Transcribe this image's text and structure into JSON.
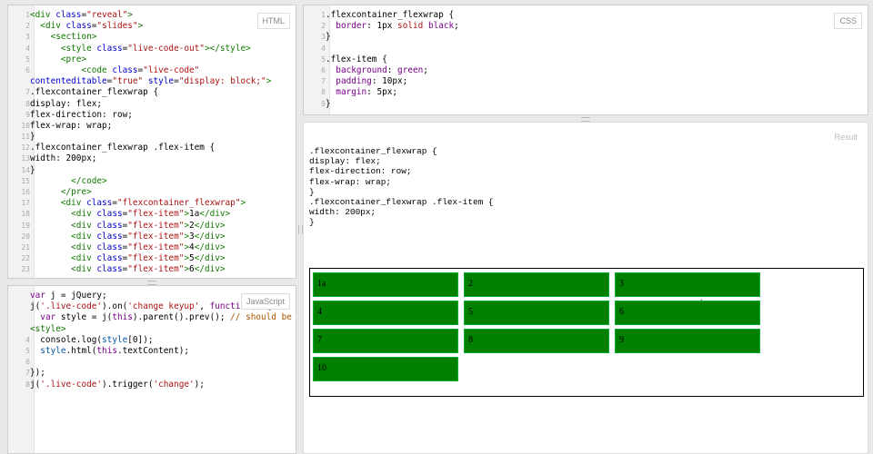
{
  "html_panel": {
    "label": "HTML",
    "lines": [
      {
        "n": "1",
        "parts": [
          [
            "tag",
            "<div "
          ],
          [
            "attr",
            "class"
          ],
          [
            "",
            "="
          ],
          [
            "str",
            "\"reveal\""
          ],
          [
            "tag",
            ">"
          ]
        ]
      },
      {
        "n": "2",
        "parts": [
          [
            "",
            "  "
          ],
          [
            "tag",
            "<div "
          ],
          [
            "attr",
            "class"
          ],
          [
            "",
            "="
          ],
          [
            "str",
            "\"slides\""
          ],
          [
            "tag",
            ">"
          ]
        ]
      },
      {
        "n": "3",
        "parts": [
          [
            "",
            "    "
          ],
          [
            "tag",
            "<section>"
          ]
        ]
      },
      {
        "n": "4",
        "parts": [
          [
            "",
            "      "
          ],
          [
            "tag",
            "<style "
          ],
          [
            "attr",
            "class"
          ],
          [
            "",
            "="
          ],
          [
            "str",
            "\"live-code-out\""
          ],
          [
            "tag",
            "></style>"
          ]
        ]
      },
      {
        "n": "5",
        "parts": [
          [
            "",
            "      "
          ],
          [
            "tag",
            "<pre>"
          ]
        ]
      },
      {
        "n": "6",
        "parts": [
          [
            "",
            "          "
          ],
          [
            "tag",
            "<code "
          ],
          [
            "attr",
            "class"
          ],
          [
            "",
            "="
          ],
          [
            "str",
            "\"live-code\""
          ]
        ]
      },
      {
        "n": "",
        "parts": [
          [
            "attr",
            "contenteditable"
          ],
          [
            "",
            "="
          ],
          [
            "str",
            "\"true\""
          ],
          [
            "",
            " "
          ],
          [
            "attr",
            "style"
          ],
          [
            "",
            "="
          ],
          [
            "str",
            "\"display: block;\""
          ],
          [
            "tag",
            ">"
          ]
        ]
      },
      {
        "n": "7",
        "parts": [
          [
            "",
            ".flexcontainer_flexwrap {"
          ]
        ]
      },
      {
        "n": "8",
        "parts": [
          [
            "",
            "display: flex;"
          ]
        ]
      },
      {
        "n": "9",
        "parts": [
          [
            "",
            "flex-direction: row;"
          ]
        ]
      },
      {
        "n": "10",
        "parts": [
          [
            "",
            "flex-wrap: wrap;"
          ]
        ]
      },
      {
        "n": "11",
        "parts": [
          [
            "",
            "}"
          ]
        ]
      },
      {
        "n": "12",
        "parts": [
          [
            "",
            ".flexcontainer_flexwrap .flex-item {"
          ]
        ]
      },
      {
        "n": "13",
        "parts": [
          [
            "",
            "width: 200px;"
          ]
        ]
      },
      {
        "n": "14",
        "parts": [
          [
            "",
            "}"
          ]
        ]
      },
      {
        "n": "15",
        "parts": [
          [
            "",
            "        "
          ],
          [
            "tag",
            "</code>"
          ]
        ]
      },
      {
        "n": "16",
        "parts": [
          [
            "",
            "      "
          ],
          [
            "tag",
            "</pre>"
          ]
        ]
      },
      {
        "n": "17",
        "parts": [
          [
            "",
            "      "
          ],
          [
            "tag",
            "<div "
          ],
          [
            "attr",
            "class"
          ],
          [
            "",
            "="
          ],
          [
            "str",
            "\"flexcontainer_flexwrap\""
          ],
          [
            "tag",
            ">"
          ]
        ]
      },
      {
        "n": "18",
        "parts": [
          [
            "",
            "        "
          ],
          [
            "tag",
            "<div "
          ],
          [
            "attr",
            "class"
          ],
          [
            "",
            "="
          ],
          [
            "str",
            "\"flex-item\""
          ],
          [
            "tag",
            ">"
          ],
          [
            "",
            "1a"
          ],
          [
            "tag",
            "</div>"
          ]
        ]
      },
      {
        "n": "19",
        "parts": [
          [
            "",
            "        "
          ],
          [
            "tag",
            "<div "
          ],
          [
            "attr",
            "class"
          ],
          [
            "",
            "="
          ],
          [
            "str",
            "\"flex-item\""
          ],
          [
            "tag",
            ">"
          ],
          [
            "",
            "2"
          ],
          [
            "tag",
            "</div>"
          ]
        ]
      },
      {
        "n": "20",
        "parts": [
          [
            "",
            "        "
          ],
          [
            "tag",
            "<div "
          ],
          [
            "attr",
            "class"
          ],
          [
            "",
            "="
          ],
          [
            "str",
            "\"flex-item\""
          ],
          [
            "tag",
            ">"
          ],
          [
            "",
            "3"
          ],
          [
            "tag",
            "</div>"
          ]
        ]
      },
      {
        "n": "21",
        "parts": [
          [
            "",
            "        "
          ],
          [
            "tag",
            "<div "
          ],
          [
            "attr",
            "class"
          ],
          [
            "",
            "="
          ],
          [
            "str",
            "\"flex-item\""
          ],
          [
            "tag",
            ">"
          ],
          [
            "",
            "4"
          ],
          [
            "tag",
            "</div>"
          ]
        ]
      },
      {
        "n": "22",
        "parts": [
          [
            "",
            "        "
          ],
          [
            "tag",
            "<div "
          ],
          [
            "attr",
            "class"
          ],
          [
            "",
            "="
          ],
          [
            "str",
            "\"flex-item\""
          ],
          [
            "tag",
            ">"
          ],
          [
            "",
            "5"
          ],
          [
            "tag",
            "</div>"
          ]
        ]
      },
      {
        "n": "23",
        "parts": [
          [
            "",
            "        "
          ],
          [
            "tag",
            "<div "
          ],
          [
            "attr",
            "class"
          ],
          [
            "",
            "="
          ],
          [
            "str",
            "\"flex-item\""
          ],
          [
            "tag",
            ">"
          ],
          [
            "",
            "6"
          ],
          [
            "tag",
            "</div>"
          ]
        ]
      }
    ]
  },
  "css_panel": {
    "label": "CSS",
    "lines": [
      {
        "n": "1",
        "parts": [
          [
            "",
            ".flexcontainer_flexwrap {"
          ]
        ]
      },
      {
        "n": "2",
        "parts": [
          [
            "",
            "  "
          ],
          [
            "kw",
            "border"
          ],
          [
            "",
            ": 1px "
          ],
          [
            "str",
            "solid"
          ],
          [
            "",
            " "
          ],
          [
            "kw",
            "black"
          ],
          [
            "",
            ";"
          ]
        ]
      },
      {
        "n": "3",
        "parts": [
          [
            "",
            "}"
          ]
        ]
      },
      {
        "n": "4",
        "parts": [
          [
            "",
            ""
          ]
        ]
      },
      {
        "n": "5",
        "parts": [
          [
            "",
            ".flex-item {"
          ]
        ]
      },
      {
        "n": "6",
        "parts": [
          [
            "",
            "  "
          ],
          [
            "kw",
            "background"
          ],
          [
            "",
            ": "
          ],
          [
            "kw",
            "green"
          ],
          [
            "",
            ";"
          ]
        ]
      },
      {
        "n": "7",
        "parts": [
          [
            "",
            "  "
          ],
          [
            "kw",
            "padding"
          ],
          [
            "",
            ": 10px;"
          ]
        ]
      },
      {
        "n": "8",
        "parts": [
          [
            "",
            "  "
          ],
          [
            "kw",
            "margin"
          ],
          [
            "",
            ": 5px;"
          ]
        ]
      },
      {
        "n": "9",
        "parts": [
          [
            "",
            "}"
          ]
        ]
      }
    ]
  },
  "js_panel": {
    "label": "JavaScript",
    "lines": [
      {
        "n": "",
        "parts": [
          [
            "kw",
            "var"
          ],
          [
            "",
            " j = jQuery;"
          ]
        ]
      },
      {
        "n": "",
        "parts": [
          [
            "",
            "j("
          ],
          [
            "str",
            "'.live-code'"
          ],
          [
            "",
            ").on("
          ],
          [
            "str",
            "'change keyup'"
          ],
          [
            "",
            ", "
          ],
          [
            "kw",
            "function"
          ],
          [
            "",
            "() {"
          ]
        ]
      },
      {
        "n": "",
        "parts": [
          [
            "",
            "  "
          ],
          [
            "kw",
            "var"
          ],
          [
            "",
            " style = j("
          ],
          [
            "kw",
            "this"
          ],
          [
            "",
            ").parent().prev(); "
          ],
          [
            "cmt",
            "// should be"
          ]
        ]
      },
      {
        "n": "",
        "parts": [
          [
            "tag",
            "<style>"
          ]
        ]
      },
      {
        "n": "4",
        "parts": [
          [
            "",
            "  console.log("
          ],
          [
            "var",
            "style"
          ],
          [
            "",
            "[0]);"
          ]
        ]
      },
      {
        "n": "5",
        "parts": [
          [
            "",
            "  "
          ],
          [
            "var",
            "style"
          ],
          [
            "",
            ".html("
          ],
          [
            "kw",
            "this"
          ],
          [
            "",
            ".textContent);"
          ]
        ]
      },
      {
        "n": "6",
        "parts": [
          [
            "",
            ""
          ]
        ]
      },
      {
        "n": "7",
        "parts": [
          [
            "",
            "});"
          ]
        ]
      },
      {
        "n": "8",
        "parts": [
          [
            "",
            "j("
          ],
          [
            "str",
            "'.live-code'"
          ],
          [
            "",
            ").trigger("
          ],
          [
            "str",
            "'change'"
          ],
          [
            "",
            ");"
          ]
        ]
      }
    ]
  },
  "result_panel": {
    "label": "Result",
    "code_text": ".flexcontainer_flexwrap {\ndisplay: flex;\nflex-direction: row;\nflex-wrap: wrap;\n}\n.flexcontainer_flexwrap .flex-item {\nwidth: 200px;\n}",
    "items": [
      "1a",
      "2",
      "3",
      "4",
      "5",
      "6",
      "7",
      "8",
      "9",
      "10"
    ]
  }
}
